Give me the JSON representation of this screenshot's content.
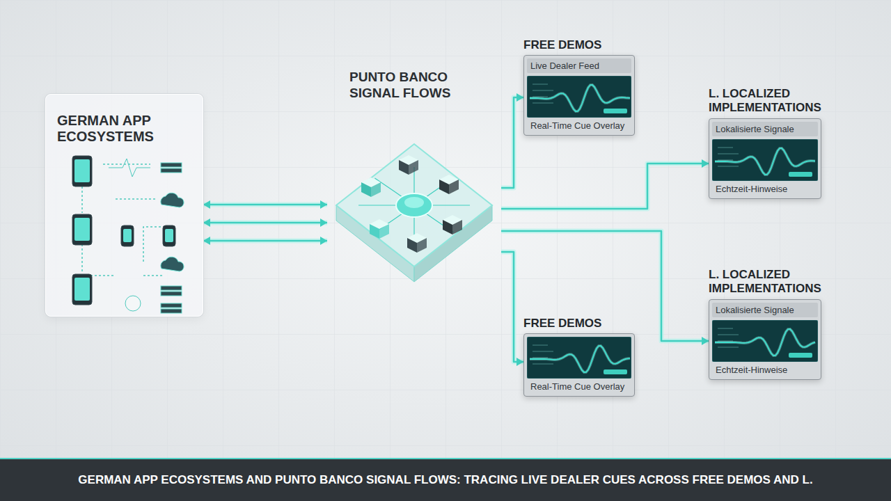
{
  "diagram": {
    "caption": "GERMAN APP ECOSYSTEMS AND PUNTO BANCO SIGNAL FLOWS: TRACING LIVE DEALER CUES ACROSS FREE DEMOS AND L.",
    "nodes": [
      {
        "text": [
          "GERMAN APP ECOSYSTEMS"
        ]
      },
      {
        "text": [
          "PUNTO BANCO SIGNAL FLOWS"
        ]
      },
      {
        "text": [
          "FREE DEMOS",
          "Live Dealer Feed",
          "Real-Time Cue Overlay"
        ]
      },
      {
        "text": [
          "L. LOCALIZED IMPLEMENTATIONS",
          "Lokalisierte Signale",
          "Echtzeit-Hinweise"
        ]
      },
      {
        "text": [
          "FREE DEMOS",
          "Real-Time Cue Overlay"
        ]
      },
      {
        "text": [
          "L. LOCALIZED IMPLEMENTATIONS",
          "Lokalisierte Signale",
          "Echtzeit-Hinweise"
        ]
      }
    ],
    "edges": [
      {
        "from": 0,
        "to": 1,
        "arrow": "both"
      },
      {
        "from": 1,
        "to": 2,
        "arrow": "to"
      },
      {
        "from": 1,
        "to": 3,
        "arrow": "to"
      },
      {
        "from": 1,
        "to": 4,
        "arrow": "to"
      },
      {
        "from": 1,
        "to": 5,
        "arrow": "to"
      }
    ]
  }
}
